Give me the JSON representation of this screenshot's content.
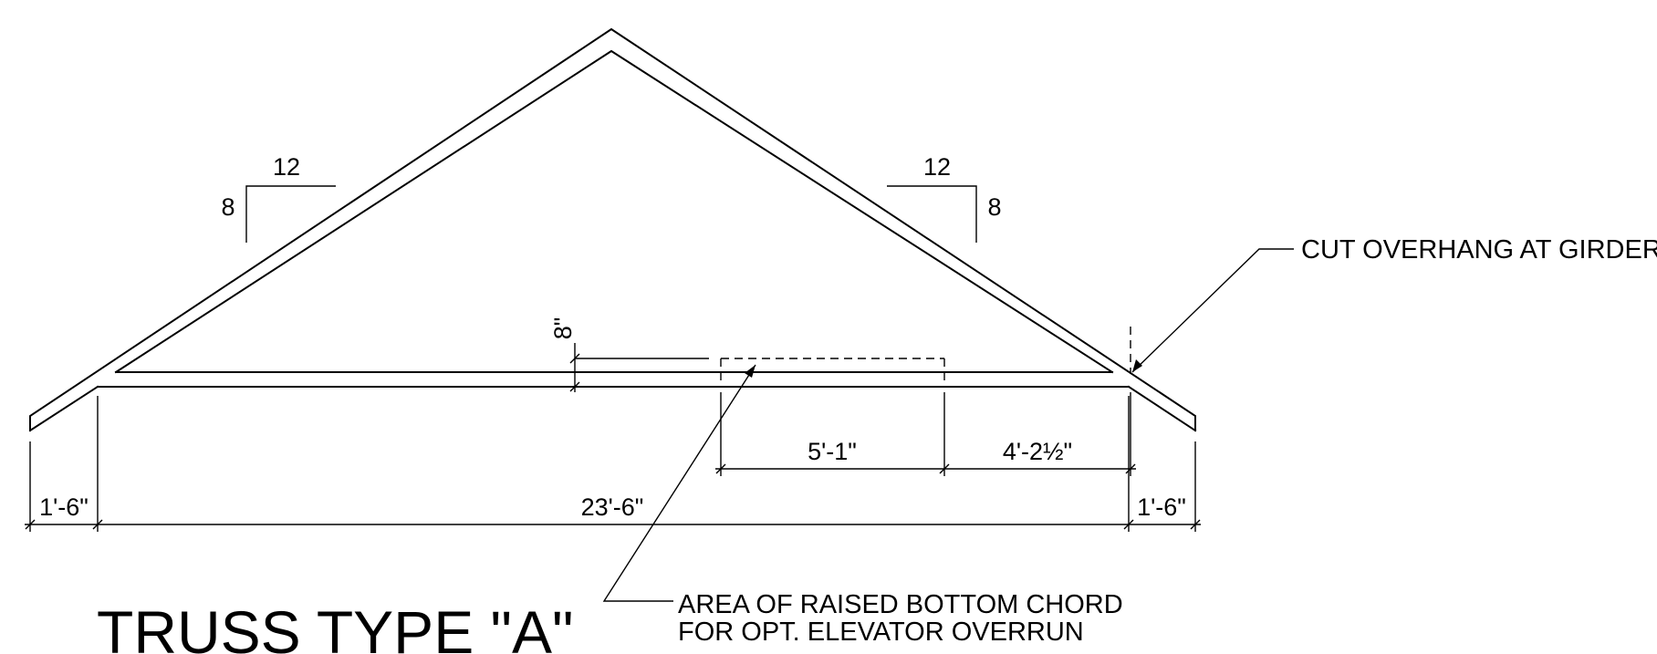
{
  "title": "TRUSS TYPE \"A\"",
  "pitch_left": {
    "rise": "8",
    "run": "12"
  },
  "pitch_right": {
    "rise": "8",
    "run": "12"
  },
  "dimensions": {
    "left_overhang": "1'-6\"",
    "span": "23'-6\"",
    "right_overhang": "1'-6\"",
    "raised_area_width": "5'-1\"",
    "raised_area_offset": "4'-2½\"",
    "raised_height": "8\""
  },
  "notes": {
    "cut_overhang": "CUT OVERHANG AT GIRDER",
    "raised_chord_line1": "AREA OF RAISED BOTTOM CHORD",
    "raised_chord_line2": "FOR OPT. ELEVATOR OVERRUN"
  }
}
